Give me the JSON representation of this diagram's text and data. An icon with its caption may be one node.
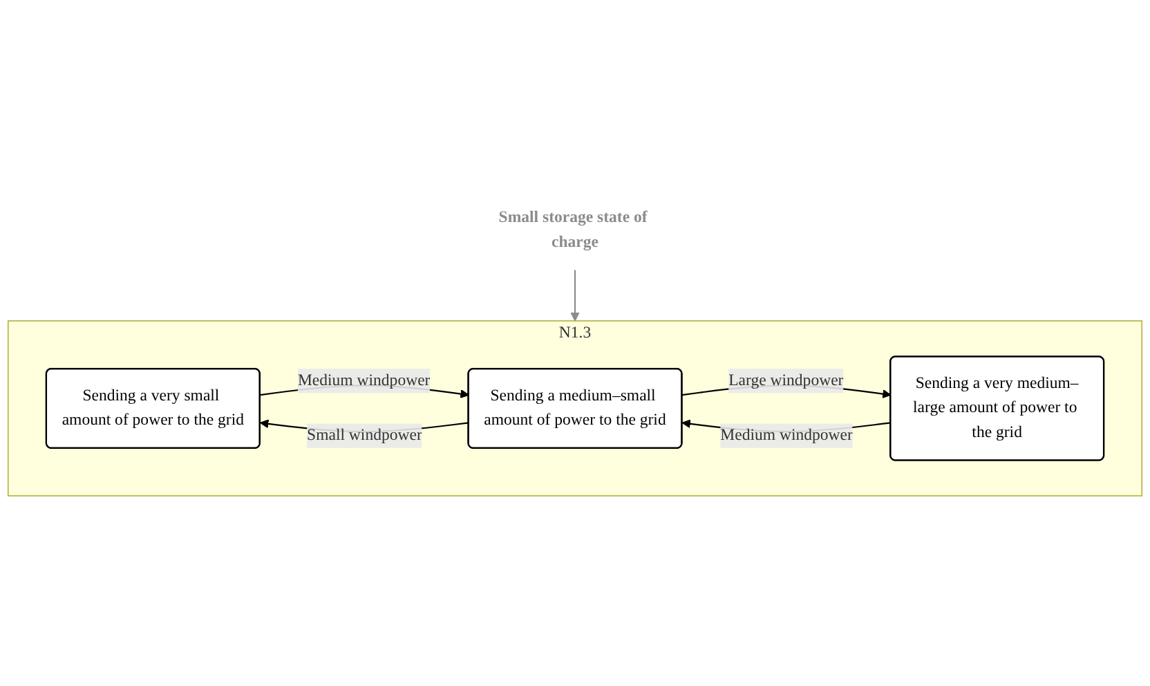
{
  "diagram": {
    "nodes": [
      {
        "text": [
          "Small storage state of charge"
        ]
      },
      {
        "text": [
          "N1.3"
        ]
      },
      {
        "text": [
          "Sending a very small amount of power to the grid"
        ],
        "in": 1
      },
      {
        "text": [
          "Sending a medium–small amount of power to the grid"
        ],
        "in": 1
      },
      {
        "text": [
          "Sending a very medium–large amount of power to the grid"
        ],
        "in": 1
      }
    ],
    "edges": [
      {
        "from": 0,
        "to": 1,
        "arrow": "to",
        "color": "#8c8c8c"
      },
      {
        "from": 3,
        "to": 2,
        "arrow": "to",
        "label": "Small windpower"
      },
      {
        "from": 3,
        "to": 4,
        "arrow": "to",
        "label": "Large windpower"
      },
      {
        "from": 2,
        "to": 3,
        "arrow": "to",
        "label": "Medium windpower"
      },
      {
        "from": 4,
        "to": 3,
        "arrow": "to",
        "label": "Medium windpower"
      }
    ]
  }
}
